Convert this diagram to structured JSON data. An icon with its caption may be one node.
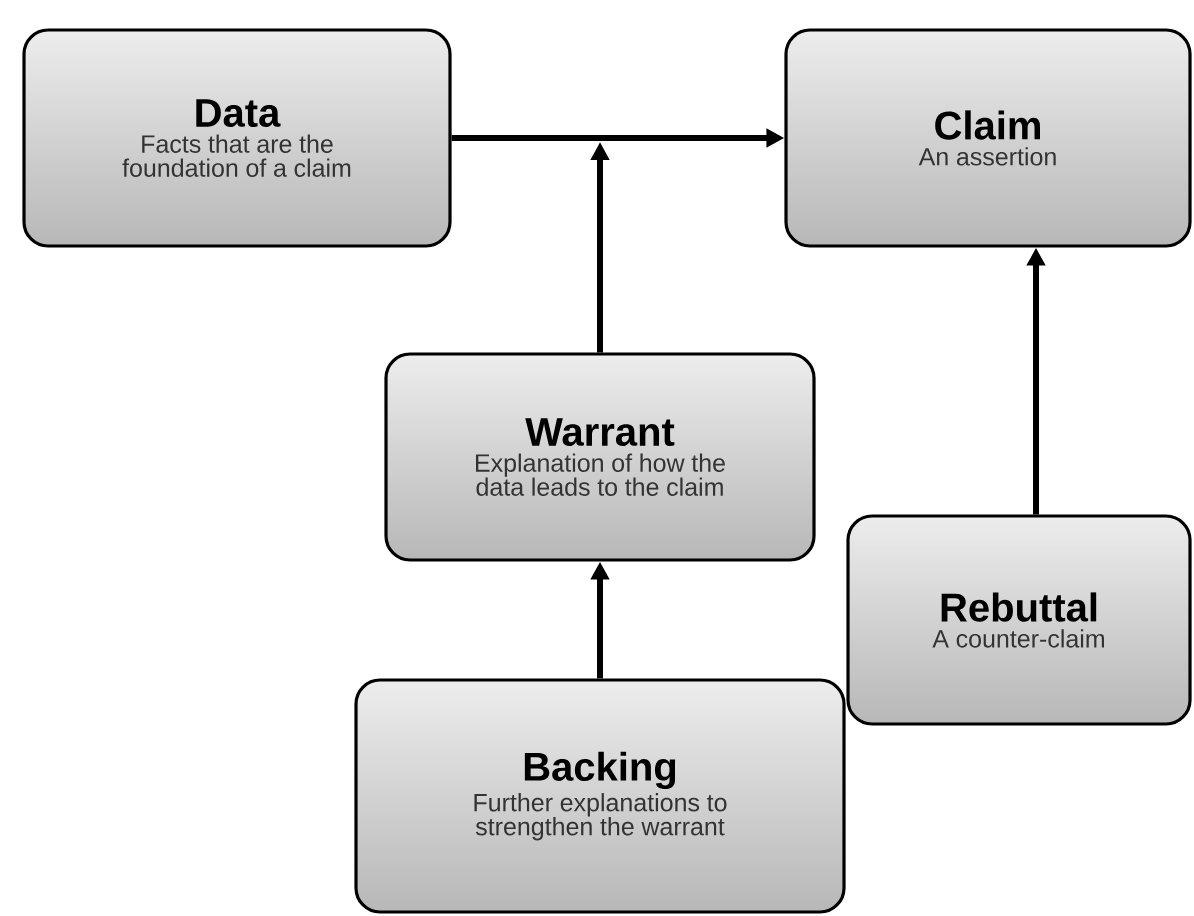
{
  "diagram": {
    "nodes": [
      {
        "text": [
          "Data",
          "Facts that are the foundation of a claim"
        ]
      },
      {
        "text": [
          "Claim",
          "An assertion"
        ]
      },
      {
        "text": [
          "Warrant",
          "Explanation of how the data leads to the claim"
        ]
      },
      {
        "text": [
          "Rebuttal",
          "A counter-claim"
        ]
      },
      {
        "text": [
          "Backing",
          "Further explanations to strengthen the warrant"
        ]
      }
    ],
    "edges": [
      {
        "from": 0,
        "to": 1,
        "arrow": "to"
      },
      {
        "from": 2,
        "to": null,
        "arrow": "to"
      },
      {
        "from": 4,
        "to": 2,
        "arrow": "to"
      },
      {
        "from": 3,
        "to": 1,
        "arrow": "to"
      }
    ]
  }
}
